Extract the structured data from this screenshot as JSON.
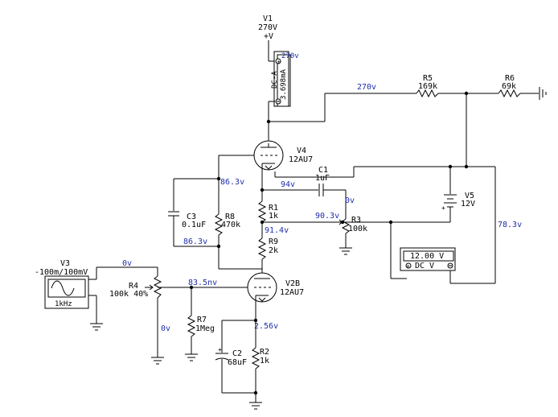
{
  "v1": {
    "name": "V1",
    "value": "270V",
    "sign": "+V"
  },
  "ammeter": {
    "mode": "DC-A",
    "reading": "3.698mA",
    "overlay": "270v"
  },
  "v3": {
    "name": "V3",
    "value": "-100m/100mV",
    "freq": "1kHz"
  },
  "v4": {
    "name": "V4",
    "type": "12AU7"
  },
  "v2b": {
    "name": "V2B",
    "type": "12AU7"
  },
  "v5": {
    "name": "V5",
    "value": "12V"
  },
  "c1": {
    "name": "C1",
    "value": "1uF"
  },
  "c2": {
    "name": "C2",
    "value": "68uF"
  },
  "c3": {
    "name": "C3",
    "value": "0.1uF"
  },
  "r1": {
    "name": "R1",
    "value": "1k"
  },
  "r2": {
    "name": "R2",
    "value": "1k"
  },
  "r3": {
    "name": "R3",
    "value": "100k"
  },
  "r4": {
    "name": "R4",
    "value": "100k 40%"
  },
  "r5": {
    "name": "R5",
    "value": "169k"
  },
  "r6": {
    "name": "R6",
    "value": "69k"
  },
  "r7": {
    "name": "R7",
    "value": "1Meg"
  },
  "r8": {
    "name": "R8",
    "value": "470k"
  },
  "r9": {
    "name": "R9",
    "value": "2k"
  },
  "voltmeter": {
    "reading": "12.00 V",
    "mode": "DC V"
  },
  "nets": {
    "n270": "270v",
    "n86a": "86.3v",
    "n86b": "86.3v",
    "n94": "94v",
    "n0c1": "0v",
    "n90": "90.3v",
    "n91": "91.4v",
    "n78": "78.3v",
    "n0in": "0v",
    "n83": "83.5nv",
    "n0r4": "0v",
    "n256": "2.56v"
  },
  "colors": {
    "wire": "#000000",
    "net_label": "#1f2fa8",
    "background": "#ffffff"
  }
}
